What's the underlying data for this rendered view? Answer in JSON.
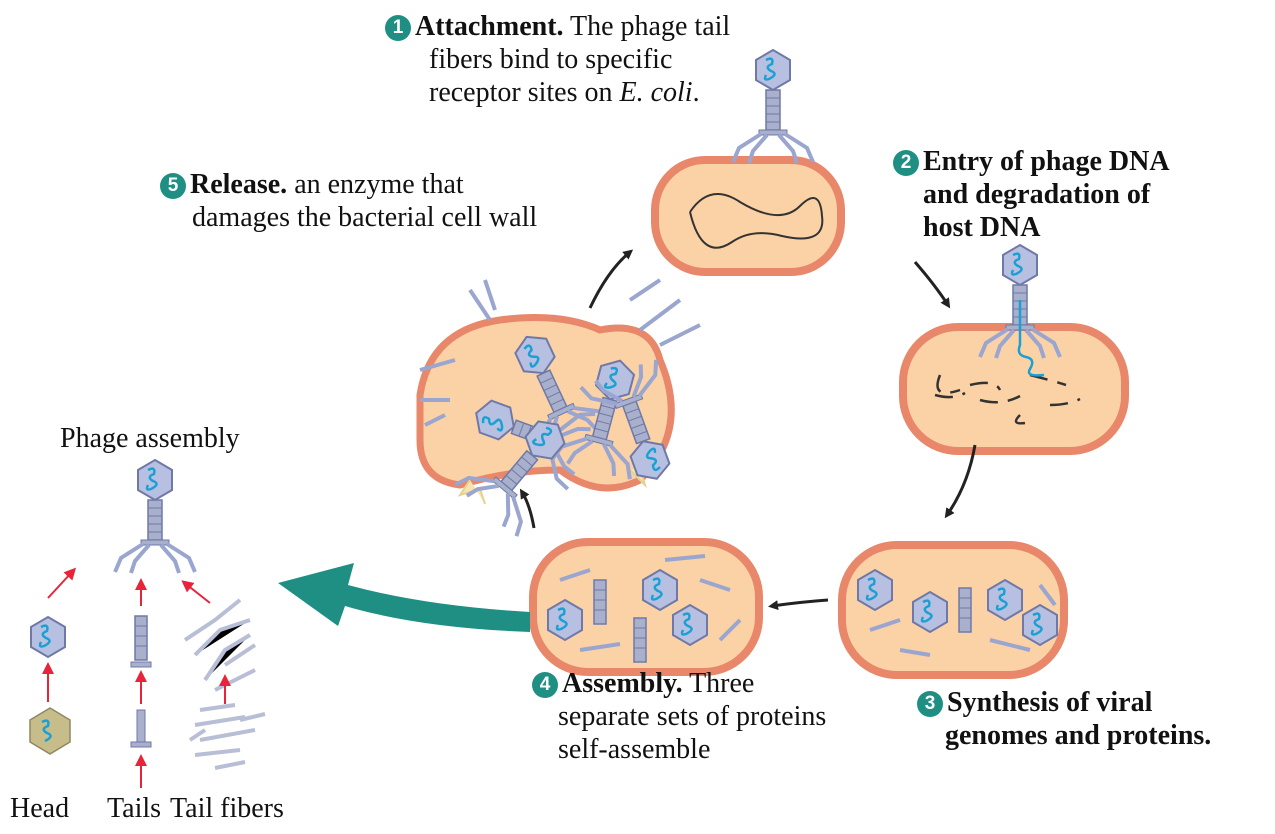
{
  "colors": {
    "accent": "#1f8f84",
    "cell_fill": "#fbd2a6",
    "cell_wall": "#e9876a",
    "phage": "#9aa6cf",
    "dna": "#1aa0d4",
    "arrow_red": "#e8243a"
  },
  "steps": {
    "s1": {
      "num": "1",
      "title": "Attachment.",
      "line1": " The phage tail",
      "line2": "fibers bind to specific",
      "line3a": "receptor sites on ",
      "line3em": "E. coli",
      "line3b": "."
    },
    "s2": {
      "num": "2",
      "line1": "Entry of phage DNA",
      "line2": "and degradation of",
      "line3": "host DNA"
    },
    "s3": {
      "num": "3",
      "line1": "Synthesis of viral",
      "line2": "genomes and proteins."
    },
    "s4": {
      "num": "4",
      "title": "Assembly.",
      "line1": " Three",
      "line2": "separate sets of proteins",
      "line3": "self-assemble"
    },
    "s5": {
      "num": "5",
      "title": "Release.",
      "line1": " an enzyme that",
      "line2": "damages the bacterial cell wall"
    }
  },
  "assembly": {
    "title": "Phage assembly",
    "parts": [
      "Head",
      "Tails",
      "Tail fibers"
    ]
  }
}
